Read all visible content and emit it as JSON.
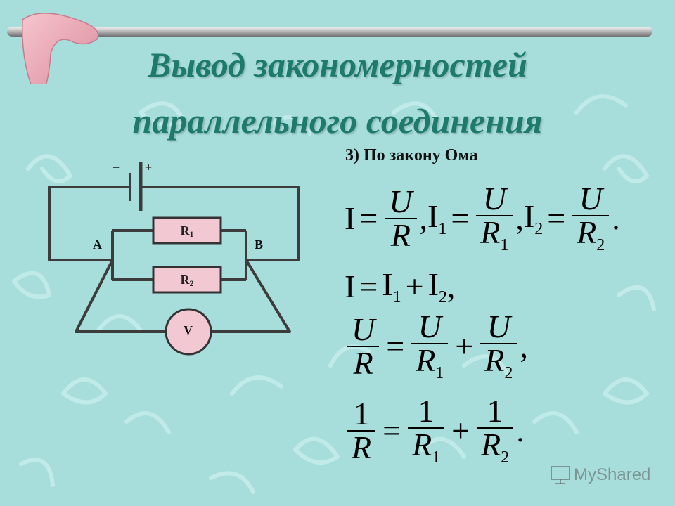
{
  "title": {
    "line1": "Вывод закономерностей",
    "line2": "параллельного соединения"
  },
  "subtitle": "3) По закону Ома",
  "circuit": {
    "battery_minus": "−",
    "battery_plus": "+",
    "resistor1": {
      "letter": "R",
      "sub": "1"
    },
    "resistor2": {
      "letter": "R",
      "sub": "2"
    },
    "node_a": "A",
    "node_b": "B",
    "voltmeter": "V",
    "colors": {
      "wire": "#3c3c3c",
      "component_fill": "#f2c9d3",
      "component_stroke": "#333333"
    }
  },
  "formulas": {
    "f1": {
      "I": "I",
      "eq": "=",
      "U": "U",
      "R": "R",
      "comma": ",",
      "I1": "I",
      "I1_sub": "1",
      "R1": "R",
      "R1_sub": "1",
      "I2": "I",
      "I2_sub": "2",
      "R2": "R",
      "R2_sub": "2",
      "dot": "."
    },
    "f2": {
      "I": "I",
      "eq": "=",
      "I1": "I",
      "I1_sub": "1",
      "plus": "+",
      "I2": "I",
      "I2_sub": "2",
      "comma": ","
    },
    "f3": {
      "U": "U",
      "R": "R",
      "eq": "=",
      "R1": "R",
      "R1_sub": "1",
      "plus": "+",
      "R2": "R",
      "R2_sub": "2",
      "comma": ","
    },
    "f4": {
      "one": "1",
      "R": "R",
      "eq": "=",
      "R1": "R",
      "R1_sub": "1",
      "plus": "+",
      "R2": "R",
      "R2_sub": "2",
      "dot": "."
    }
  },
  "watermark": {
    "text": "MyShared",
    "icon": "presentation-screen-icon"
  },
  "colors": {
    "background": "#a7dedb",
    "title": "#1f7a6e",
    "bar": "#9a9a9a",
    "boomerang": "#e8a9b4"
  }
}
